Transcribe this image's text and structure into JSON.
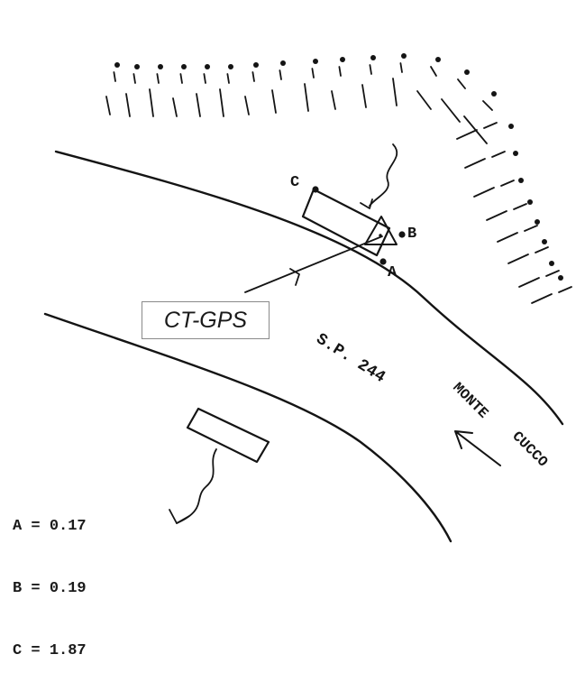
{
  "labels": {
    "point_a": "A",
    "point_b": "B",
    "point_c": "C",
    "road": "S.P. 244",
    "direction_line1": "MONTE",
    "direction_line2": "CUCCO",
    "instrument": "CT-GPS"
  },
  "legend": [
    {
      "key": "A",
      "value": "0.17"
    },
    {
      "key": "B",
      "value": "0.19"
    },
    {
      "key": "C",
      "value": "1.87"
    }
  ],
  "icons": {
    "slope": "slope-hatch-icon",
    "instrument": "triangle-station-icon",
    "arrow": "direction-arrow-icon"
  }
}
